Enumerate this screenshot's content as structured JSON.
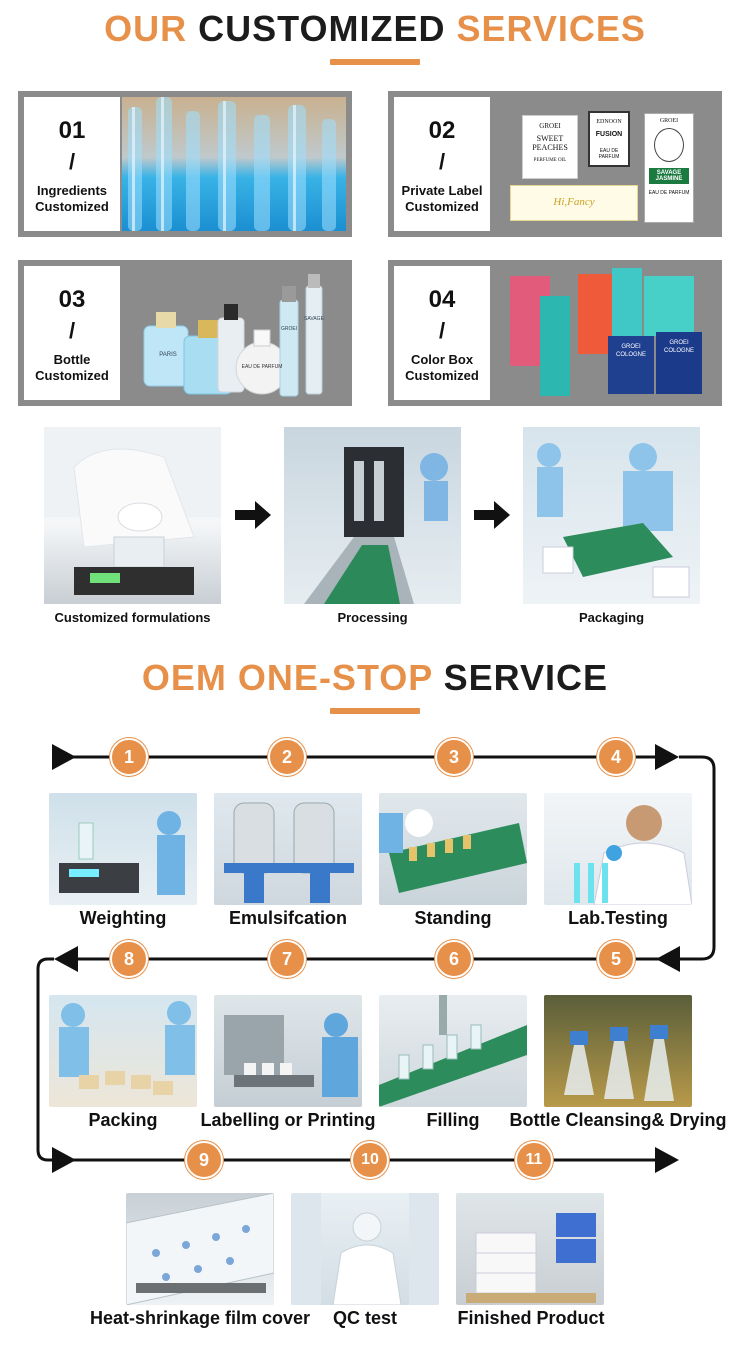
{
  "header1": {
    "word1": "OUR",
    "word2": "CUSTOMIZED",
    "word3": "SERVICES"
  },
  "cards": [
    {
      "num": "01",
      "slash": "/",
      "line1": "Ingredients",
      "line2": "Customized"
    },
    {
      "num": "02",
      "slash": "/",
      "line1": "Private Label",
      "line2": "Customized",
      "labels": {
        "a": "SWEET",
        "b": "PEACHES",
        "c": "PERFUME OIL",
        "d": "EDNOON",
        "e": "FUSION",
        "f": "EAU DE PARFUM",
        "g": "GROEI",
        "h": "SAVAGE",
        "i": "JASMINE",
        "j": "EAU DE PARFUM",
        "k": "Hi,Fancy",
        "l": "GROEI"
      }
    },
    {
      "num": "03",
      "slash": "/",
      "line1": "Bottle",
      "line2": "Customized",
      "labels": {
        "a": "PARIS",
        "b": "EAU DE PARFUM",
        "c": "GROEI",
        "d": "SAVAGE"
      }
    },
    {
      "num": "04",
      "slash": "/",
      "line1": "Color Box",
      "line2": "Customized",
      "labels": {
        "a": "GROEI",
        "b": "COLOGNE",
        "c": "GROEI",
        "d": "COLOGNE"
      }
    }
  ],
  "process": [
    {
      "caption": "Customized formulations"
    },
    {
      "caption": "Processing"
    },
    {
      "caption": "Packaging"
    }
  ],
  "header2": {
    "word1": "OEM ONE-STOP",
    "word2": "SERVICE"
  },
  "steps": [
    {
      "n": "1",
      "label": "Weighting"
    },
    {
      "n": "2",
      "label": "Emulsifcation"
    },
    {
      "n": "3",
      "label": "Standing"
    },
    {
      "n": "4",
      "label": "Lab.Testing"
    },
    {
      "n": "5",
      "label": "Bottle Cleansing& Drying"
    },
    {
      "n": "6",
      "label": "Filling"
    },
    {
      "n": "7",
      "label": "Labelling or Printing"
    },
    {
      "n": "8",
      "label": "Packing"
    },
    {
      "n": "9",
      "label": "Heat-shrinkage film cover"
    },
    {
      "n": "10",
      "label": "QC test"
    },
    {
      "n": "11",
      "label": "Finished Product"
    }
  ],
  "colors": {
    "accent": "#E7904A",
    "dark": "#1c1c1c",
    "card_bg": "#8b8b8b"
  }
}
